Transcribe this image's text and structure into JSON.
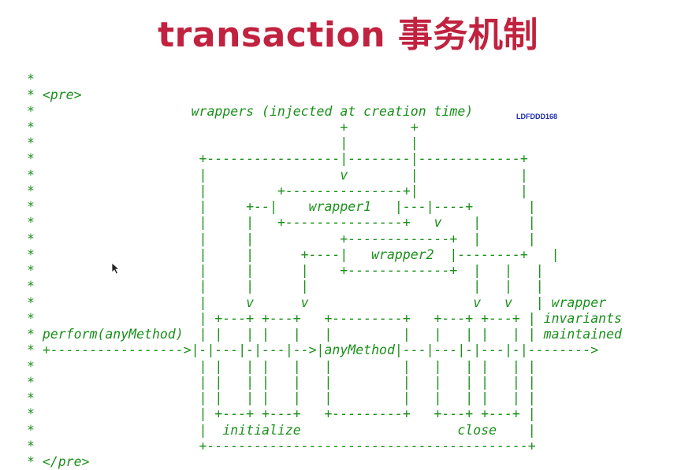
{
  "title": {
    "latin": "transaction",
    "cjk": "事务机制"
  },
  "watermark": "LDFDDD168",
  "diagram": {
    "lines": [
      "*",
      "* <pre>",
      "*                    wrappers (injected at creation time)",
      "*                                       +        +",
      "*                                       |        |",
      "*                     +-----------------|--------|-------------+",
      "*                     |                 v        |             |",
      "*                     |         +---------------+|             |",
      "*                     |     +--|    wrapper1   |---|----+       |",
      "*                     |     |   +---------------+   v    |      |",
      "*                     |     |           +-------------+  |      |",
      "*                     |     |      +----|   wrapper2  |--------+   |",
      "*                     |     |      |    +-------------+  |   |   |",
      "*                     |     |      |                     |   |   |",
      "*                     |     v      v                     v   v   | wrapper",
      "*                     | +---+ +---+   +---------+   +---+ +---+ | invariants",
      "* perform(anyMethod)  | |   | |   |   |         |   |   | |   | | maintained",
      "* +----------------->|-|---|-|---|-->|anyMethod|---|---|-|---|-|-------->",
      "*                     | |   | |   |   |         |   |   | |   | |",
      "*                     | |   | |   |   |         |   |   | |   | |",
      "*                     | |   | |   |   |         |   |   | |   | |",
      "*                     | +---+ +---+   +---------+   +---+ +---+ |",
      "*                     |  initialize                    close    |",
      "*                     +-----------------------------------------+",
      "* </pre>"
    ]
  },
  "colors": {
    "title": "#c0223f",
    "ascii": "#1a8f1a",
    "watermark": "#1c2bb0",
    "background": "#ffffff"
  }
}
